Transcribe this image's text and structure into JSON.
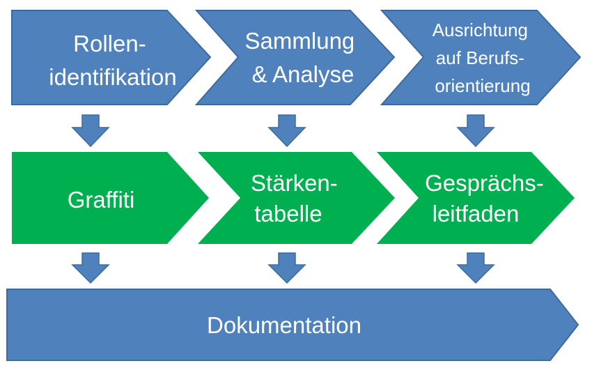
{
  "colors": {
    "blue": "#4f81bd",
    "blue_stroke": "#3d6a9e",
    "green": "#00b050",
    "text": "#ffffff"
  },
  "row1": [
    {
      "lines": [
        "Rollen-",
        "identifikation"
      ]
    },
    {
      "lines": [
        "Sammlung",
        "& Analyse"
      ]
    },
    {
      "lines": [
        "Ausrichtung",
        "auf Berufs-",
        "orientierung"
      ]
    }
  ],
  "row2": [
    {
      "lines": [
        "Graffiti"
      ]
    },
    {
      "lines": [
        "Stärken-",
        "tabelle"
      ]
    },
    {
      "lines": [
        "Gesprächs-",
        "leitfaden"
      ]
    }
  ],
  "bottom": {
    "label": "Dokumentation"
  }
}
